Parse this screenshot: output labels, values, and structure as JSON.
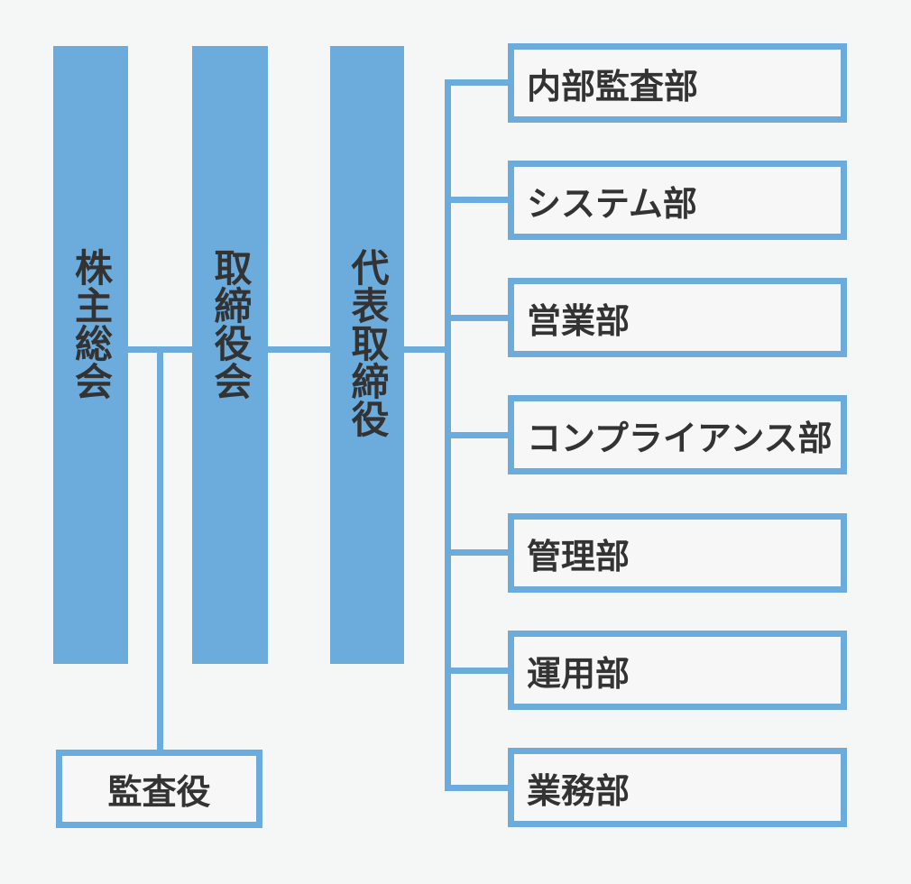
{
  "colors": {
    "accent_blue": "#6cacdd",
    "background": "#f5f6f6",
    "box_fill": "#f7f7f8",
    "text": "#333333"
  },
  "pillars": [
    {
      "label": "株主総会"
    },
    {
      "label": "取締役会"
    },
    {
      "label": "代表取締役"
    }
  ],
  "departments": [
    {
      "label": "内部監査部"
    },
    {
      "label": "システム部"
    },
    {
      "label": "営業部"
    },
    {
      "label": "コンプライアンス部"
    },
    {
      "label": "管理部"
    },
    {
      "label": "運用部"
    },
    {
      "label": "業務部"
    }
  ],
  "auditor": {
    "label": "監査役"
  },
  "edges": [
    {
      "from": "株主総会",
      "to": "取締役会"
    },
    {
      "from": "取締役会",
      "to": "代表取締役"
    },
    {
      "from": "株主総会・取締役会連結線",
      "to": "監査役"
    },
    {
      "from": "代表取締役",
      "to": "内部監査部"
    },
    {
      "from": "代表取締役",
      "to": "システム部"
    },
    {
      "from": "代表取締役",
      "to": "営業部"
    },
    {
      "from": "代表取締役",
      "to": "コンプライアンス部"
    },
    {
      "from": "代表取締役",
      "to": "管理部"
    },
    {
      "from": "代表取締役",
      "to": "運用部"
    },
    {
      "from": "代表取締役",
      "to": "業務部"
    }
  ]
}
